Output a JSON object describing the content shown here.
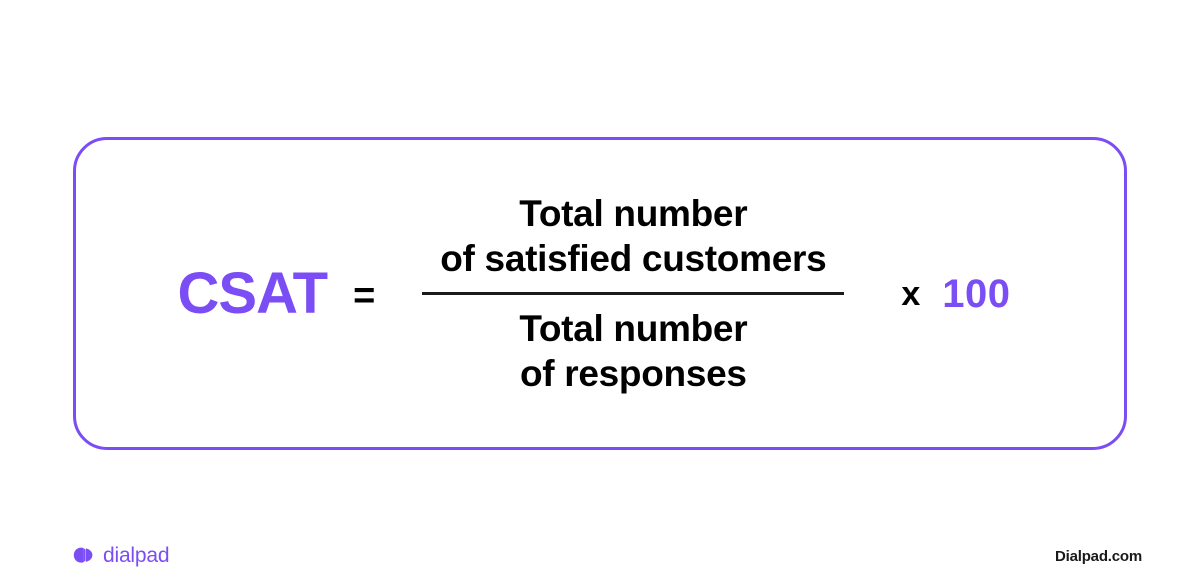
{
  "card": {
    "border_color": "#7B4DF5",
    "background": "#ffffff"
  },
  "formula": {
    "metric_label": "CSAT",
    "equals": "=",
    "numerator_line1": "Total number",
    "numerator_line2": "of satisfied customers",
    "denominator_line1": "Total number",
    "denominator_line2": "of responses",
    "multiply_sign": "x",
    "multiplier_value": "100",
    "accent_color": "#7B4DF5",
    "text_color": "#000000"
  },
  "footer": {
    "brand_name": "dialpad",
    "brand_mark_name": "dialpad-speech-bubble-logo",
    "site_url": "Dialpad.com",
    "brand_color": "#7B4DF5"
  }
}
